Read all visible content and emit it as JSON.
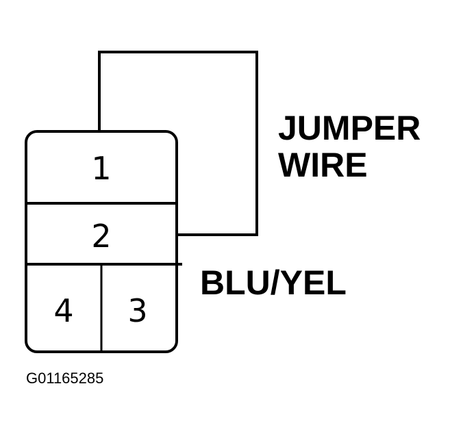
{
  "connector": {
    "terminals": [
      {
        "label": "1"
      },
      {
        "label": "2"
      },
      {
        "label": "3"
      },
      {
        "label": "4"
      }
    ]
  },
  "labels": {
    "jumper_line1": "JUMPER",
    "jumper_line2": "WIRE",
    "wire_color": "BLU/YEL"
  },
  "figure_id": "G01165285"
}
